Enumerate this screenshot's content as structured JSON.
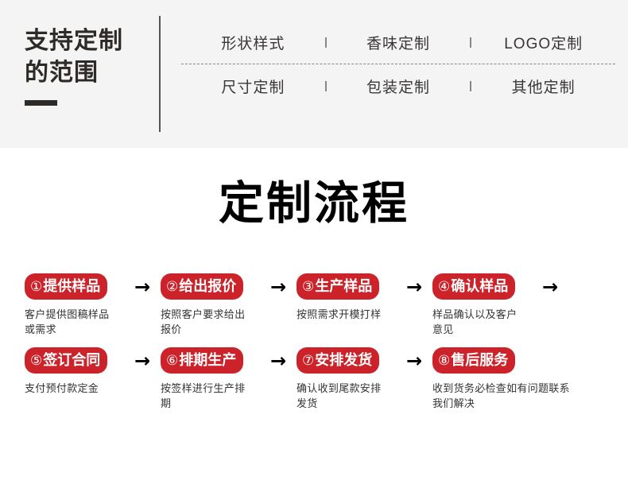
{
  "header": {
    "title": "支持定制\n的范围",
    "tag_rows": [
      [
        "形状样式",
        "香味定制",
        "LOGO定制"
      ],
      [
        "尺寸定制",
        "包装定制",
        "其他定制"
      ]
    ],
    "separator_glyph": "|"
  },
  "main": {
    "title": "定制流程",
    "arrow_glyph": "→",
    "steps": [
      {
        "num": "①",
        "label": "提供样品",
        "desc": "客户提供图稿样品或需求",
        "arrow": "→"
      },
      {
        "num": "②",
        "label": "给出报价",
        "desc": "按照客户要求给出报价",
        "arrow": "→"
      },
      {
        "num": "③",
        "label": "生产样品",
        "desc": "按照需求开模打样",
        "arrow": "→"
      },
      {
        "num": "④",
        "label": "确认样品",
        "desc": "样品确认以及客户意见",
        "arrow": "→"
      },
      {
        "num": "⑤",
        "label": "签订合同",
        "desc": "支付预付款定金",
        "arrow": "→"
      },
      {
        "num": "⑥",
        "label": "排期生产",
        "desc": "按签样进行生产排期",
        "arrow": "→"
      },
      {
        "num": "⑦",
        "label": "安排发货",
        "desc": "确认收到尾款安排发货",
        "arrow": "→"
      },
      {
        "num": "⑧",
        "label": "售后服务",
        "desc": "收到货务必检查如有问题联系我们解决",
        "arrow": ""
      }
    ]
  },
  "colors": {
    "badge_red": "#cc2229",
    "header_bg": "#f4f4f4",
    "ink": "#2e2a28",
    "body_text": "#333333"
  }
}
